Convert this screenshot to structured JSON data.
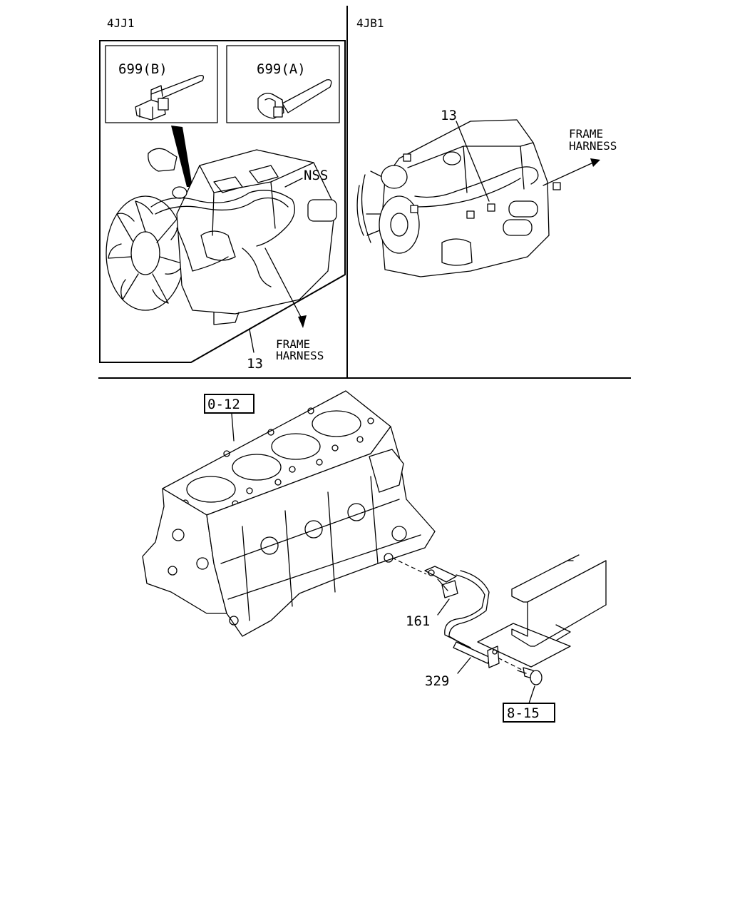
{
  "sections": {
    "top_left_title": "4JJ1",
    "top_right_title": "4JB1"
  },
  "callouts": {
    "clip_b": "699(B)",
    "clip_a": "699(A)",
    "nss": "NSS",
    "frame_left_1": "FRAME",
    "frame_left_2": "HARNESS",
    "part_13_left": "13",
    "part_13_right": "13",
    "frame_right_1": "FRAME",
    "frame_right_2": "HARNESS",
    "ref_0_12": "0-12",
    "part_161": "161",
    "part_329": "329",
    "ref_8_15": "8-15"
  }
}
